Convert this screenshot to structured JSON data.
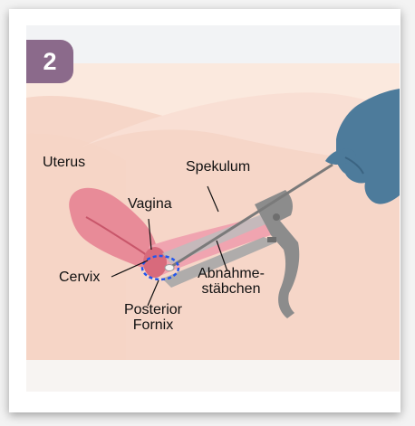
{
  "figure": {
    "step_number": "2",
    "labels": {
      "uterus": "Uterus",
      "vagina": "Vagina",
      "spekulum": "Spekulum",
      "cervix": "Cervix",
      "abnahme_line1": "Abnahme-",
      "abnahme_line2": "stäbchen",
      "posterior": "Posterior",
      "fornix": "Fornix"
    },
    "colors": {
      "background": "#fbe9de",
      "top_band": "#f2f3f5",
      "skin": "#f6d6c8",
      "uterus": "#e88b98",
      "canal": "#f0a4b0",
      "speculum": "#8c8c8c",
      "glove": "#4d7b9b",
      "fornix_marker": "#2255ee"
    }
  }
}
